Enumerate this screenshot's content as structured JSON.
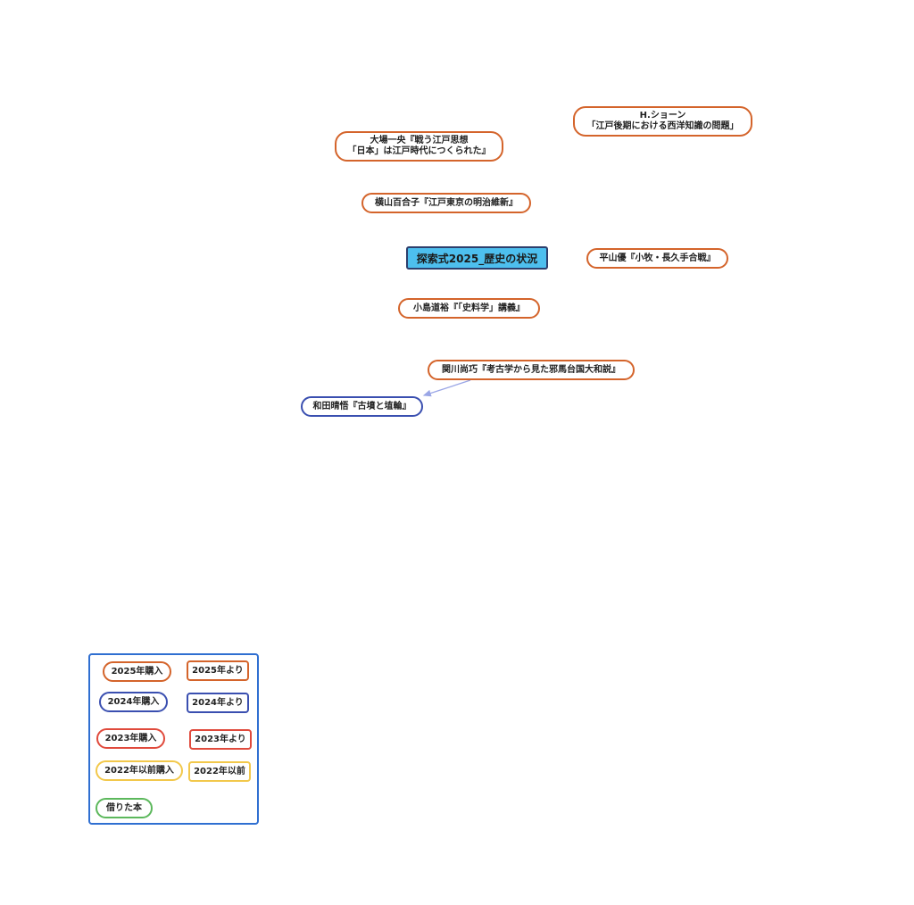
{
  "diagram": {
    "root_label": "探索式2025_歴史の状況",
    "colors": {
      "purchased_2025": "#d4642b",
      "purchased_2024": "#3a4fb0",
      "purchased_2023": "#e04a3c",
      "purchased_before_2022": "#f2c84b",
      "borrowed": "#5cb85c",
      "root_fill": "#4dbfee",
      "root_border": "#2d3e6c",
      "connector": "#9aa6e6",
      "legend_border": "#2f6fd1"
    },
    "books": [
      {
        "id": "schorn",
        "line1": "H.ショーン",
        "line2": "「江戸後期における西洋知識の問題」",
        "category": "purchased_2025"
      },
      {
        "id": "oba",
        "line1": "大場一央『戦う江戸思想",
        "line2": "「日本」は江戸時代につくられた』",
        "category": "purchased_2025"
      },
      {
        "id": "yokoyama",
        "line1": "横山百合子『江戸東京の明治維新』",
        "line2": "",
        "category": "purchased_2025"
      },
      {
        "id": "hirayama",
        "line1": "平山優『小牧・長久手合戦』",
        "line2": "",
        "category": "purchased_2025"
      },
      {
        "id": "kojima",
        "line1": "小島道裕『「史料学」講義』",
        "line2": "",
        "category": "purchased_2025"
      },
      {
        "id": "sekigawa",
        "line1": "関川尚巧『考古学から見た邪馬台国大和説』",
        "line2": "",
        "category": "purchased_2025"
      },
      {
        "id": "wada",
        "line1": "和田晴悟『古墳と埴輪』",
        "line2": "",
        "category": "purchased_2024"
      }
    ],
    "relations": [
      {
        "from": "sekigawa",
        "to": "wada"
      }
    ]
  },
  "legend": {
    "items": [
      {
        "label": "2025年購入",
        "shape": "pill",
        "color": "#d4642b"
      },
      {
        "label": "2025年より",
        "shape": "rect",
        "color": "#d4642b"
      },
      {
        "label": "2024年購入",
        "shape": "pill",
        "color": "#3a4fb0"
      },
      {
        "label": "2024年より",
        "shape": "rect",
        "color": "#3a4fb0"
      },
      {
        "label": "2023年購入",
        "shape": "pill",
        "color": "#e04a3c"
      },
      {
        "label": "2023年より",
        "shape": "rect",
        "color": "#e04a3c"
      },
      {
        "label": "2022年以前購入",
        "shape": "pill",
        "color": "#f2c84b"
      },
      {
        "label": "2022年以前",
        "shape": "rect",
        "color": "#f2c84b"
      },
      {
        "label": "借りた本",
        "shape": "pill",
        "color": "#5cb85c"
      }
    ]
  }
}
